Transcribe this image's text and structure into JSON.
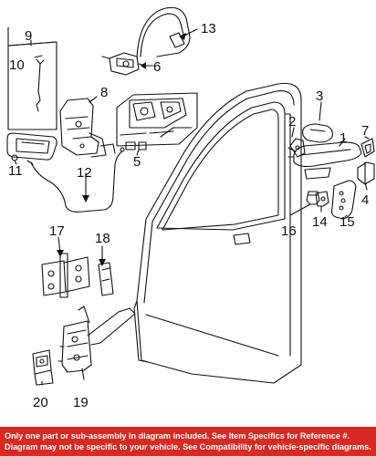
{
  "callouts": [
    {
      "id": "1",
      "text": "1"
    },
    {
      "id": "2",
      "text": "2"
    },
    {
      "id": "3",
      "text": "3"
    },
    {
      "id": "4",
      "text": "4"
    },
    {
      "id": "5",
      "text": "5"
    },
    {
      "id": "6",
      "text": "6"
    },
    {
      "id": "7",
      "text": "7"
    },
    {
      "id": "8",
      "text": "8"
    },
    {
      "id": "9",
      "text": "9"
    },
    {
      "id": "10",
      "text": "10"
    },
    {
      "id": "11",
      "text": "11"
    },
    {
      "id": "12",
      "text": "12"
    },
    {
      "id": "13",
      "text": "13"
    },
    {
      "id": "14",
      "text": "14"
    },
    {
      "id": "15",
      "text": "15"
    },
    {
      "id": "16",
      "text": "16"
    },
    {
      "id": "17",
      "text": "17"
    },
    {
      "id": "18",
      "text": "18"
    },
    {
      "id": "19",
      "text": "19"
    },
    {
      "id": "20",
      "text": "20"
    }
  ],
  "footer": {
    "line1": "Only one part or sub-assembly in diagram included. See Item Specifics for Reference #.",
    "line2": "Diagram may not be specific to your vehicle. See Compatibility for vehicle-specific diagrams.",
    "background": "#d62a22",
    "text_color": "#ffffff"
  }
}
